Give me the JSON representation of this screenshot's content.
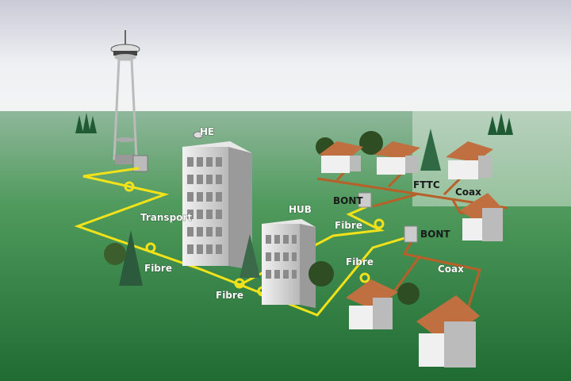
{
  "labels": {
    "he": "HE",
    "transport": "Transport",
    "fibre_1": "Fibre",
    "fibre_2": "Fibre",
    "hub": "HUB",
    "bont_1": "BONT",
    "fibre_3": "Fibre",
    "bont_2": "BONT",
    "fttc": "FTTC",
    "coax_1": "Coax",
    "fibre_4": "Fibre",
    "coax_2": "Coax"
  },
  "colors": {
    "fibre": "#f2e21a",
    "coax": "#b8602a",
    "ground": "#2f7a3c",
    "sky": "#e6e8ee"
  }
}
